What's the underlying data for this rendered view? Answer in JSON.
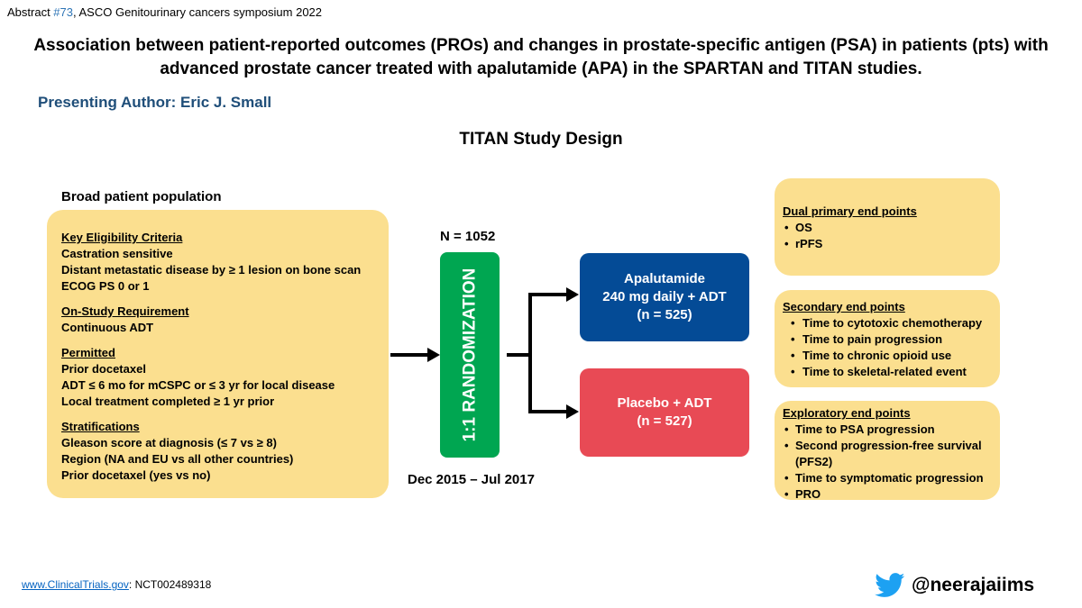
{
  "header": {
    "prefix": "Abstract ",
    "abstract_num": "#73",
    "suffix": ", ASCO Genitourinary cancers symposium 2022"
  },
  "title": "Association between patient-reported outcomes (PROs) and changes in prostate-specific antigen (PSA) in patients (pts) with advanced prostate cancer treated with apalutamide (APA) in the SPARTAN and TITAN studies.",
  "author": "Presenting Author: Eric J. Small",
  "design_title": "TITAN Study Design",
  "population": {
    "label": "Broad patient population",
    "sections": [
      {
        "heading": "Key Eligibility Criteria",
        "lines": [
          "Castration sensitive",
          "Distant metastatic disease by ≥ 1 lesion on bone scan",
          "ECOG PS 0 or 1"
        ]
      },
      {
        "heading": "On-Study Requirement",
        "lines": [
          "Continuous ADT"
        ]
      },
      {
        "heading": "Permitted",
        "lines": [
          "Prior docetaxel",
          "ADT ≤ 6 mo for mCSPC or ≤ 3 yr for local disease",
          "Local treatment completed ≥ 1 yr prior"
        ]
      },
      {
        "heading": "Stratifications",
        "lines": [
          "Gleason score at diagnosis (≤ 7 vs ≥ 8)",
          "Region (NA and EU vs all other countries)",
          "Prior docetaxel (yes vs no)"
        ]
      }
    ]
  },
  "randomization": {
    "n": "N = 1052",
    "label": "1:1 RANDOMIZATION",
    "dates": "Dec 2015 – Jul 2017"
  },
  "arms": {
    "apalutamide": {
      "line1": "Apalutamide",
      "line2": "240 mg daily + ADT",
      "line3": "(n = 525)"
    },
    "placebo": {
      "line1": "Placebo + ADT",
      "line2": "(n = 527)"
    }
  },
  "endpoints": {
    "primary": {
      "heading": "Dual primary end points",
      "items": [
        "OS",
        "rPFS"
      ]
    },
    "secondary": {
      "heading": "Secondary end points",
      "items": [
        "Time to cytotoxic chemotherapy",
        "Time to pain progression",
        "Time to chronic opioid use",
        "Time to skeletal-related event"
      ]
    },
    "exploratory": {
      "heading": "Exploratory end points",
      "items": [
        "Time to PSA progression",
        "Second progression-free survival (PFS2)",
        "Time to symptomatic progression",
        "PRO"
      ]
    }
  },
  "footer": {
    "link": "www.ClinicalTrials.gov",
    "trial_id": ": NCT002489318",
    "handle": "@neerajaiims"
  },
  "colors": {
    "yellow_box": "#fbdf8f",
    "randomization_green": "#00a651",
    "apalutamide_blue": "#044b96",
    "placebo_red": "#e84a55",
    "author_blue": "#1f4e79",
    "twitter_blue": "#1da1f2"
  },
  "icons": {
    "twitter": "twitter-bird-icon"
  }
}
